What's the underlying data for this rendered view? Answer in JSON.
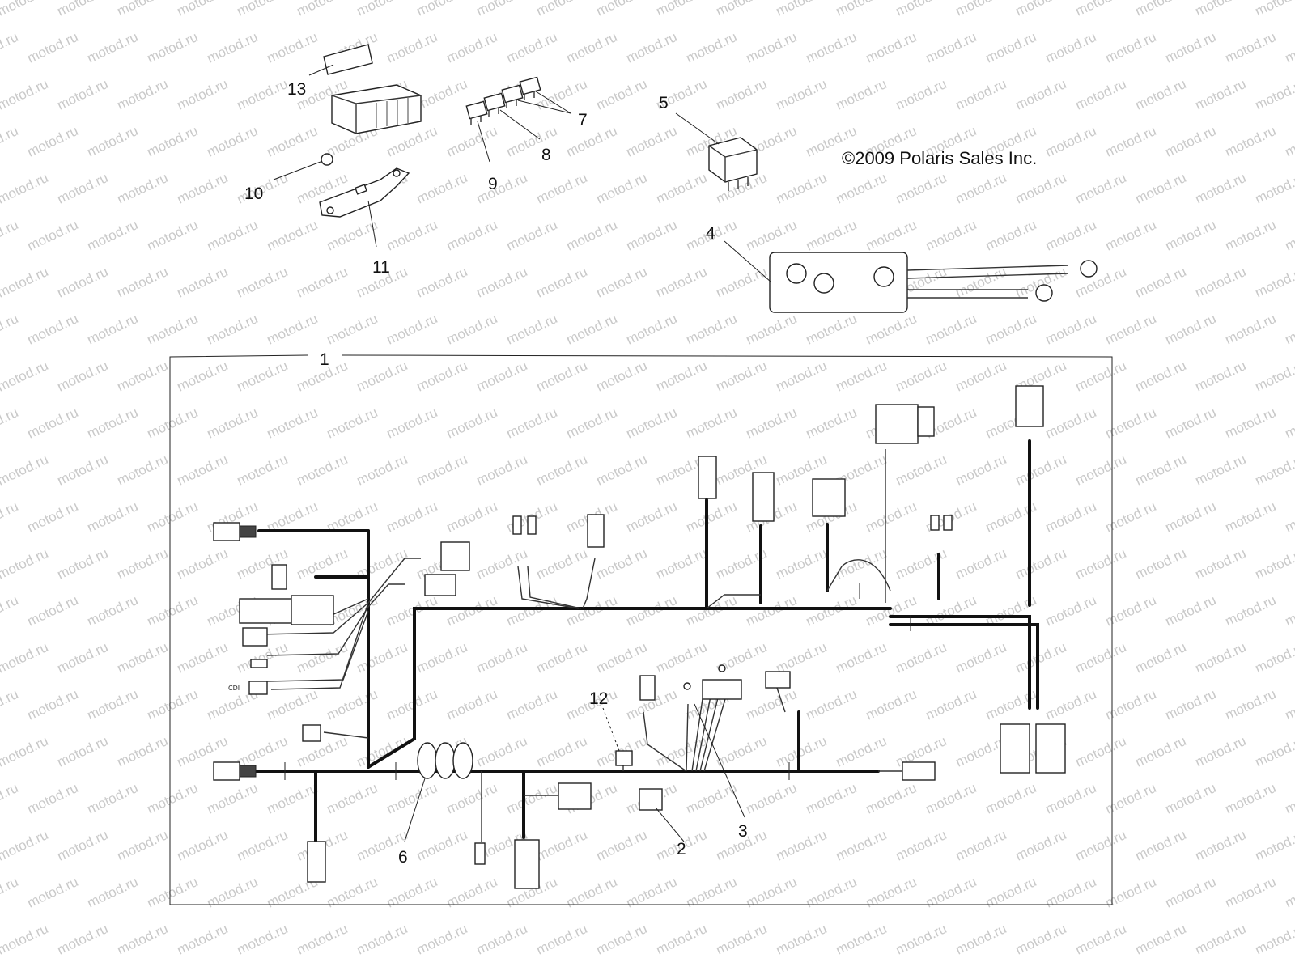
{
  "copyright": "©2009 Polaris Sales Inc.",
  "watermark": "motod.ru",
  "callouts": {
    "c1": "1",
    "c2": "2",
    "c3": "3",
    "c4": "4",
    "c5": "5",
    "c6": "6",
    "c7": "7",
    "c8": "8",
    "c9": "9",
    "c10": "10",
    "c11": "11",
    "c12": "12",
    "c13": "13"
  },
  "connector_labels": {
    "cdi": "CDI"
  },
  "colors": {
    "ink": "#111111",
    "watermark": "#c9c9c9",
    "background": "#ffffff"
  }
}
